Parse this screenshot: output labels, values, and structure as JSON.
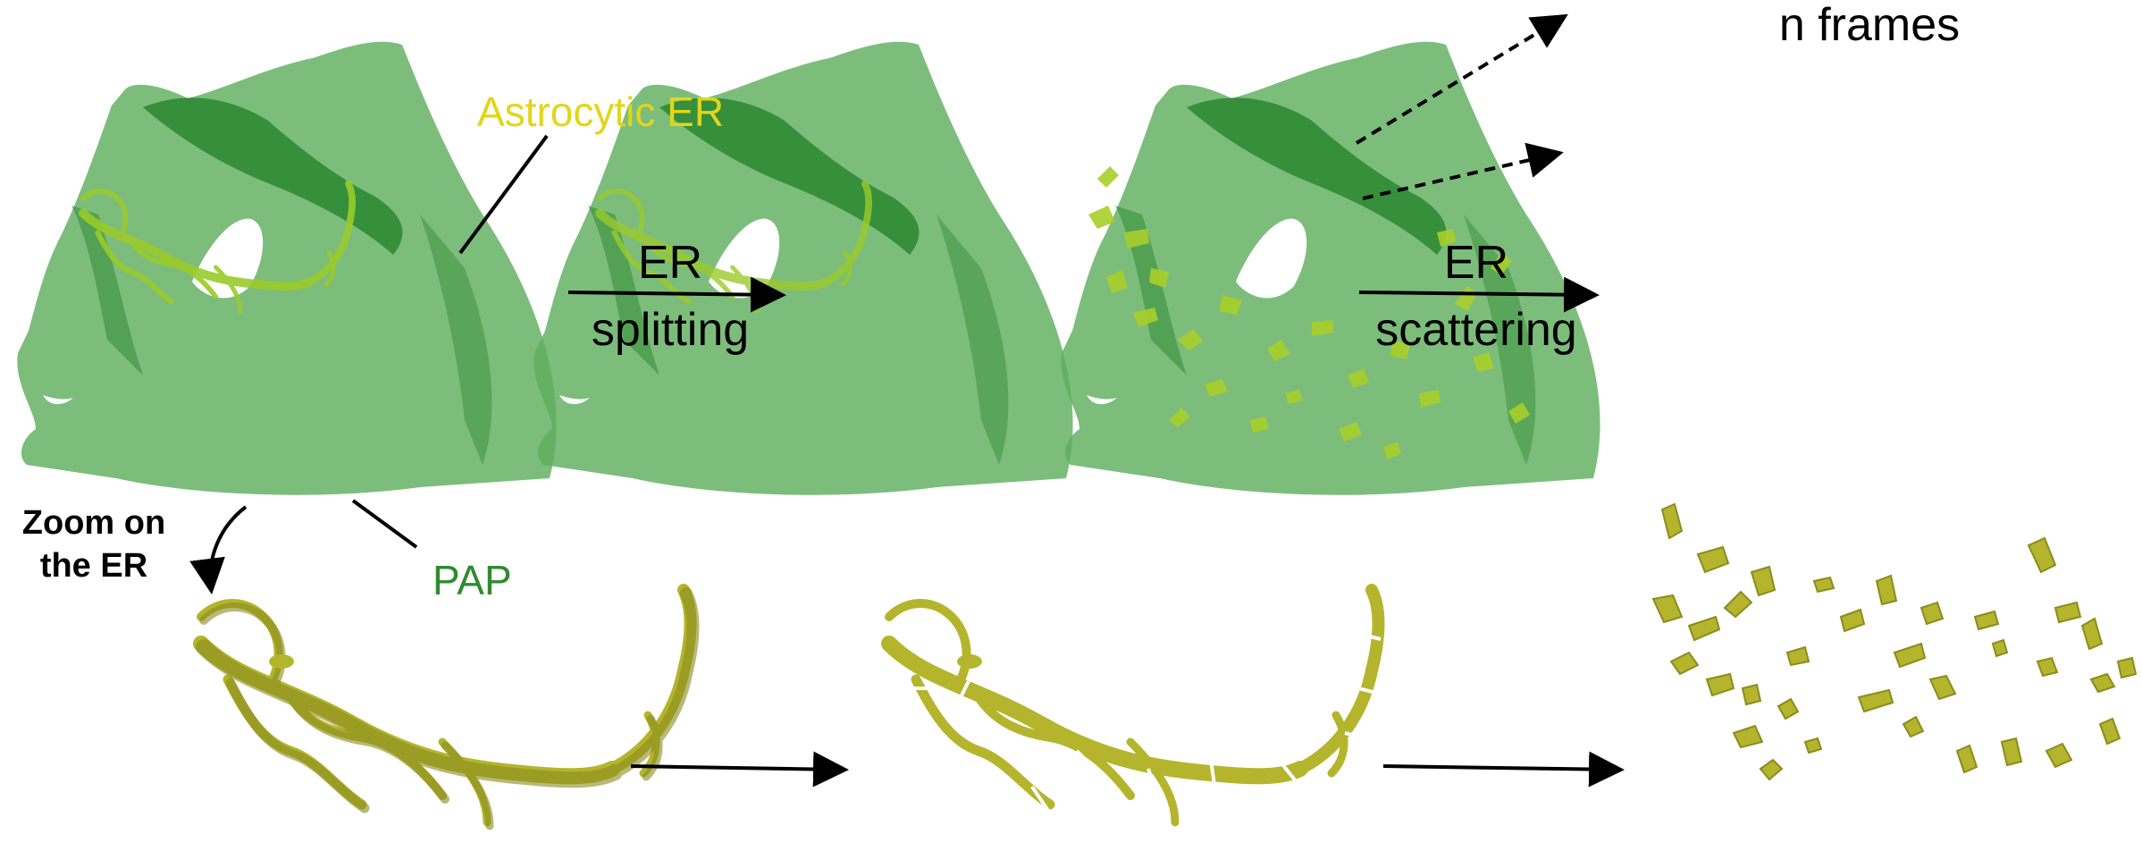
{
  "labels": {
    "astrocytic_er": "Astrocytic ER",
    "pap": "PAP",
    "zoom_line1": "Zoom on",
    "zoom_line2": "the ER",
    "splitting_line1": "ER",
    "splitting_line2": "splitting",
    "scattering_line1": "ER",
    "scattering_line2": "scattering",
    "n_frames": "n frames"
  },
  "colors": {
    "pap_fill": "#5fae5f",
    "pap_dark": "#2f8a34",
    "er_fill": "#b4b52c",
    "er_dark": "#8b8c1f",
    "astro_label": "#e3d51a",
    "pap_label": "#2e8b2e",
    "arrow": "#000000"
  }
}
